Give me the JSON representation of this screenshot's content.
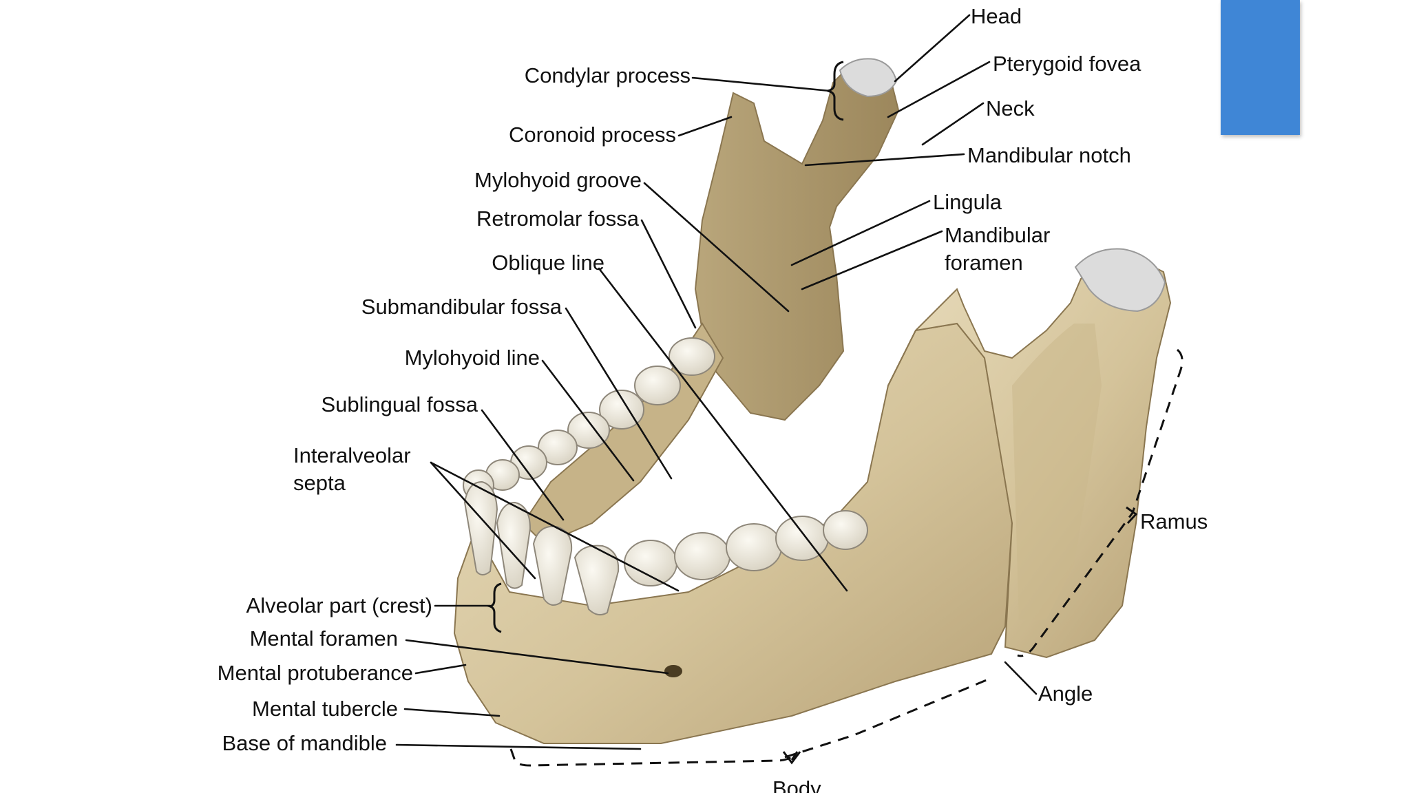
{
  "colors": {
    "accent": "#3f86d6",
    "bone": "#d9c9a3",
    "bone_shadow": "#a8946a",
    "bone_light": "#efe4c8",
    "cartilage": "#dcdcdc",
    "tooth": "#f2efe6"
  },
  "labels": {
    "head": "Head",
    "pterygoid_fovea": "Pterygoid fovea",
    "neck": "Neck",
    "mandibular_notch": "Mandibular notch",
    "lingula": "Lingula",
    "mandibular_foramen_1": "Mandibular",
    "mandibular_foramen_2": "foramen",
    "condylar_process": "Condylar process",
    "coronoid_process": "Coronoid process",
    "mylohyoid_groove": "Mylohyoid groove",
    "retromolar_fossa": "Retromolar fossa",
    "oblique_line": "Oblique line",
    "submandibular_fossa": "Submandibular fossa",
    "mylohyoid_line": "Mylohyoid line",
    "sublingual_fossa": "Sublingual fossa",
    "interalveolar_septa_1": "Interalveolar",
    "interalveolar_septa_2": "septa",
    "alveolar_part": "Alveolar part (crest)",
    "mental_foramen": "Mental foramen",
    "mental_protuberance": "Mental protuberance",
    "mental_tubercle": "Mental tubercle",
    "base_of_mandible": "Base of mandible",
    "ramus": "Ramus",
    "angle": "Angle",
    "body": "Body"
  }
}
